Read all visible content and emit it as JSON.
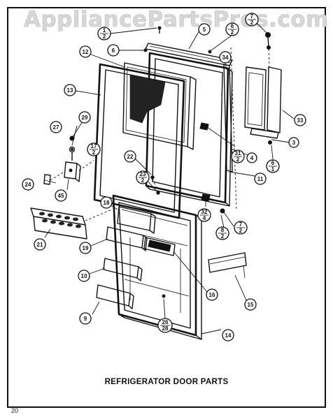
{
  "watermark": "AppliancePartsPros.com",
  "caption": "REFRIGERATOR DOOR PARTS",
  "page_number": "20",
  "callouts": {
    "c1_2_top": [
      "1",
      "2"
    ],
    "c5": "5",
    "c6_2_top": [
      "6",
      "2"
    ],
    "c7_2_top": [
      "7",
      "2"
    ],
    "c6": "6",
    "c12": "12",
    "c34": "34",
    "c13": "13",
    "c29": "29",
    "c27": "27",
    "c17_2": [
      "17",
      "2"
    ],
    "c33": "33",
    "c3": "3",
    "c31_2": [
      "31",
      "2"
    ],
    "c4": "4",
    "c6_1": [
      "6",
      "1"
    ],
    "c22": "22",
    "c23_2": [
      "23",
      "2"
    ],
    "c11": "11",
    "c24": "24",
    "c45": "45",
    "c18": "18",
    "c32_4": [
      "32",
      "4"
    ],
    "c7_2": [
      "7",
      "2"
    ],
    "c8_2": [
      "8",
      "2"
    ],
    "c21": "21",
    "c19": "19",
    "c10": "10",
    "c16": "16",
    "c15": "15",
    "c9": "9",
    "c14": "14",
    "c26_28": [
      "26",
      "28"
    ]
  }
}
